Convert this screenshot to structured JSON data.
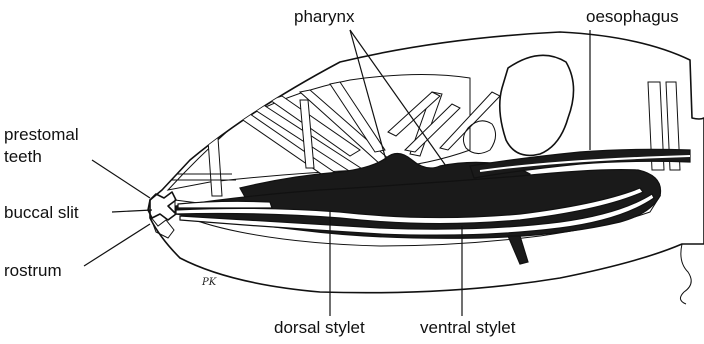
{
  "figure": {
    "labels": {
      "pharynx": "pharynx",
      "oesophagus": "oesophagus",
      "prestomal_teeth_line1": "prestomal",
      "prestomal_teeth_line2": "teeth",
      "buccal_slit": "buccal slit",
      "rostrum": "rostrum",
      "dorsal_stylet": "dorsal stylet",
      "ventral_stylet": "ventral stylet"
    },
    "signature": "PK"
  }
}
